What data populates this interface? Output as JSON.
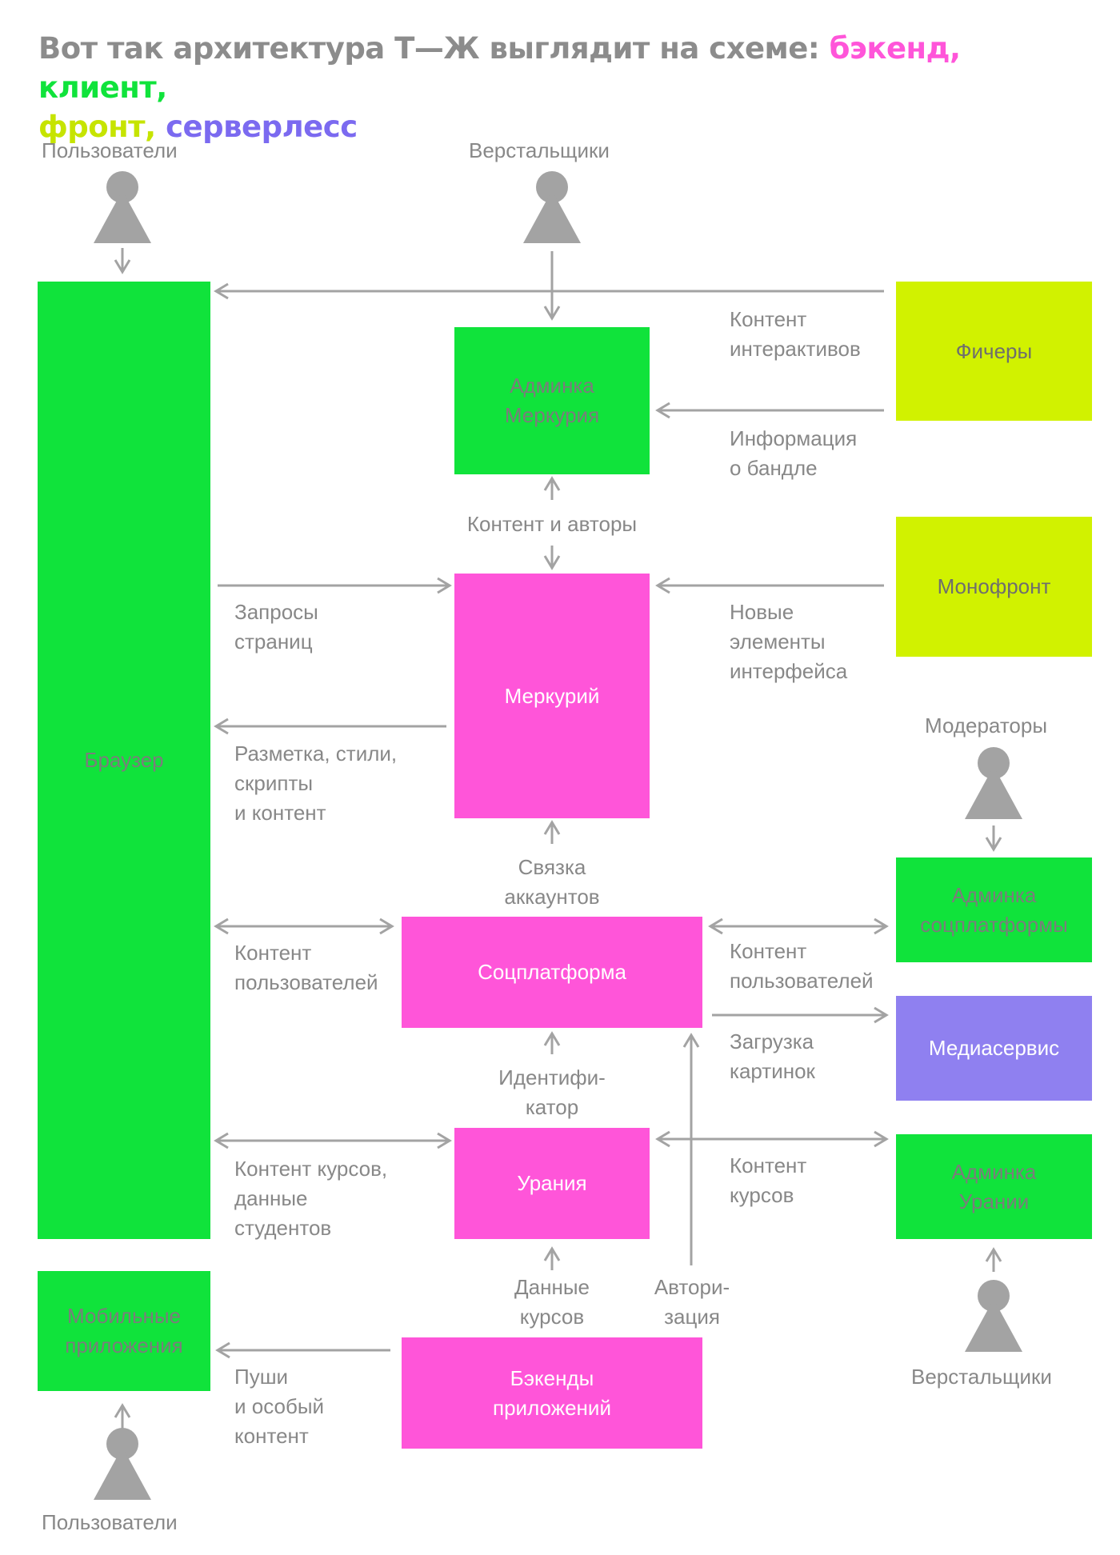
{
  "title": {
    "lead": "Вот так архитектура Т—Ж выглядит на схеме: ",
    "backend": "бэкенд,",
    "client": "клиент,",
    "front": "фронт,",
    "serverless": "серверлесс"
  },
  "colors": {
    "backend": "#ff55d9",
    "client": "#10e33b",
    "front": "#d1f200",
    "serverless": "#8f80f0",
    "text": "#888888",
    "arrow": "#a3a3a3"
  },
  "nodes": {
    "browser": "Браузер",
    "admin_mercury": "Админка\nМеркурия",
    "features": "Фичеры",
    "mercury": "Меркурий",
    "monofront": "Монофронт",
    "social": "Соцплатформа",
    "admin_social": "Админка\nсоцплатформы",
    "media": "Медиасервис",
    "urania": "Урания",
    "admin_urania": "Админка\nУрании",
    "mobile": "Мобильные\nприложения",
    "app_backends": "Бэкенды\nприложений"
  },
  "actors": {
    "users_top": "Пользователи",
    "layout_top": "Верстальщики",
    "moderators": "Модераторы",
    "layout_bottom": "Верстальщики",
    "users_bottom": "Пользователи"
  },
  "edges": {
    "content_interactives": "Контент\nинтерактивов",
    "bundle_info": "Информация\nо бандле",
    "content_authors": "Контент и авторы",
    "page_requests": "Запросы\nстраниц",
    "new_ui": "Новые\nэлементы\nинтерфейса",
    "markup": "Разметка, стили,\nскрипты\nи контент",
    "account_link": "Связка\nаккаунтов",
    "user_content_left": "Контент\nпользователей",
    "user_content_right": "Контент\nпользователей",
    "image_upload": "Загрузка\nкартинок",
    "identifier": "Идентифи-\nкатор",
    "course_content_left": "Контент курсов,\nданные\nстудентов",
    "course_content_right": "Контент\nкурсов",
    "course_data": "Данные\nкурсов",
    "authorization": "Автори-\nзация",
    "push": "Пуши\nи особый\nконтент"
  }
}
